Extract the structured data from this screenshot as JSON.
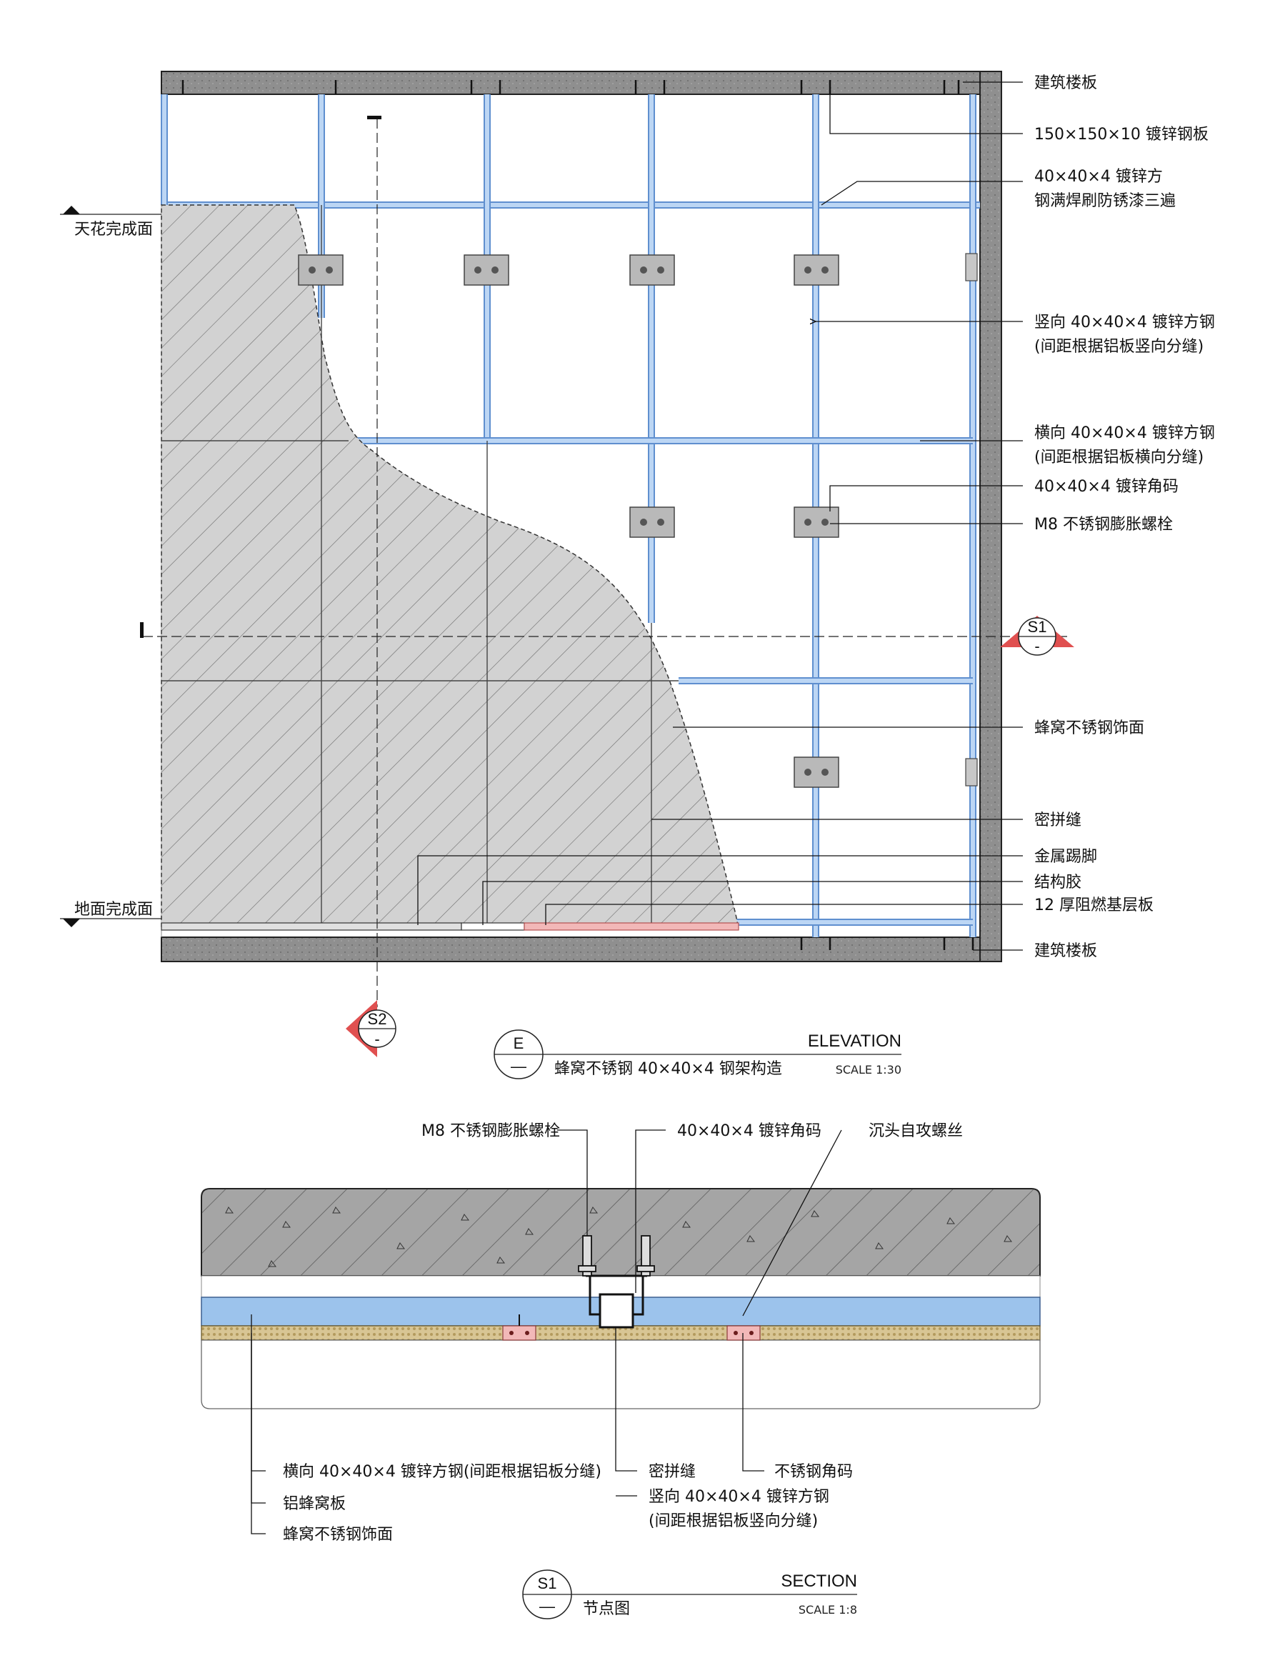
{
  "elevation": {
    "labels_right": [
      "建筑楼板",
      "150×150×10 镀锌钢板",
      "40×40×4 镀锌方",
      "钢满焊刷防锈漆三遍",
      "竖向 40×40×4 镀锌方钢",
      "(间距根据铝板竖向分缝)",
      "横向 40×40×4 镀锌方钢",
      "(间距根据铝板横向分缝)",
      "40×40×4 镀锌角码",
      "M8 不锈钢膨胀螺栓",
      "蜂窝不锈钢饰面",
      "密拼缝",
      "金属踢脚",
      "结构胶",
      "12 厚阻燃基层板",
      "建筑楼板"
    ],
    "ceiling_level": "天花完成面",
    "floor_level": "地面完成面",
    "section_tag_s1": {
      "code": "S1",
      "sheet": "-"
    },
    "section_tag_s2": {
      "code": "S2",
      "sheet": "-"
    },
    "title_block": {
      "code": "E",
      "sheet": "—",
      "type": "ELEVATION",
      "name": "蜂窝不锈钢 40×40×4 钢架构造",
      "scale": "SCALE 1:30"
    }
  },
  "section": {
    "labels_top": [
      "M8 不锈钢膨胀螺栓",
      "40×40×4 镀锌角码",
      "沉头自攻螺丝"
    ],
    "labels_bottom": [
      "横向 40×40×4 镀锌方钢(间距根据铝板分缝)",
      "铝蜂窝板",
      "蜂窝不锈钢饰面",
      "密拼缝",
      "竖向 40×40×4 镀锌方钢",
      "(间距根据铝板竖向分缝)",
      "不锈钢角码"
    ],
    "title_block": {
      "code": "S1",
      "sheet": "—",
      "type": "SECTION",
      "name": "节点图",
      "scale": "SCALE 1:8"
    }
  },
  "colors": {
    "steel_blue": "#9cc3ec",
    "steel_blue_edge": "#5f8fcf",
    "concrete": "#9a9a9a",
    "hatch_fill": "#cfcfcf",
    "section_marker_red": "#e05050",
    "pink_board": "#f2b8b8",
    "honeycomb": "#d9c79a"
  }
}
